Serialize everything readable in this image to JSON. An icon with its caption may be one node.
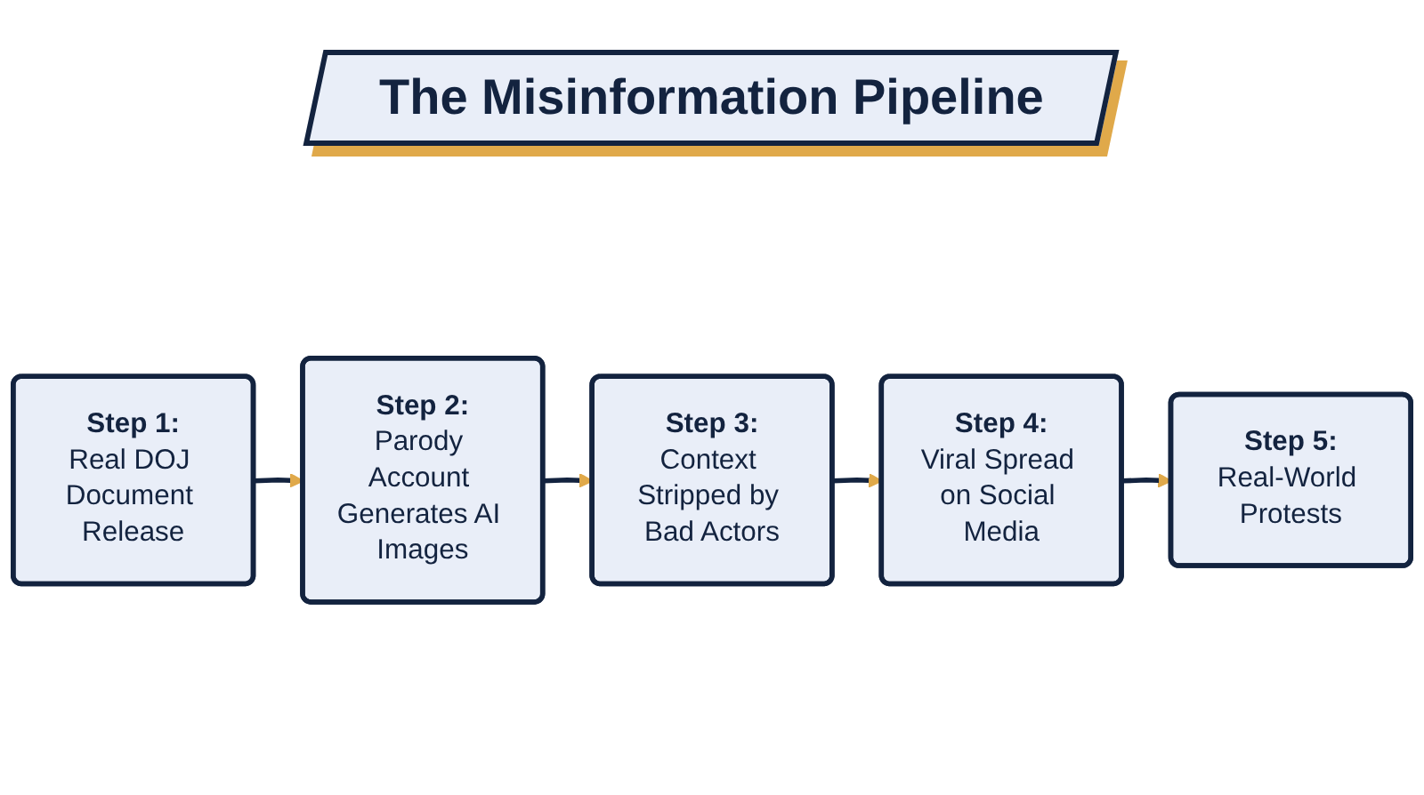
{
  "diagram": {
    "title": "The Misinformation Pipeline",
    "nodes": [
      {
        "text": [
          "Step 1:",
          "Real DOJ Document Release"
        ]
      },
      {
        "text": [
          "Step 2:",
          "Parody Account Generates AI Images"
        ]
      },
      {
        "text": [
          "Step 3:",
          "Context Stripped by Bad Actors"
        ]
      },
      {
        "text": [
          "Step 4:",
          "Viral Spread on Social Media"
        ]
      },
      {
        "text": [
          "Step 5:",
          "Real-World Protests"
        ]
      }
    ],
    "edges": [
      {
        "from": 0,
        "to": 1,
        "arrow": "to"
      },
      {
        "from": 1,
        "to": 2,
        "arrow": "to"
      },
      {
        "from": 2,
        "to": 3,
        "arrow": "to"
      },
      {
        "from": 3,
        "to": 4,
        "arrow": "to"
      }
    ]
  }
}
